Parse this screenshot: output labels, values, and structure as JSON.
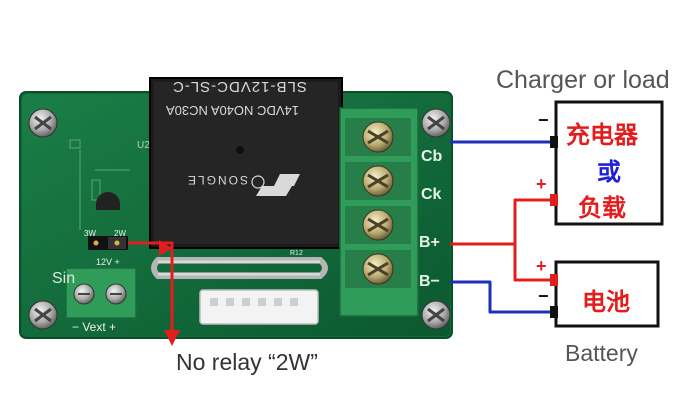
{
  "labels": {
    "charger_or_load": "Charger or load",
    "battery": "Battery",
    "no_relay": "No relay “2W”"
  },
  "boxes": {
    "load_line1": "充电器",
    "load_line2": "或",
    "load_line3": "负载",
    "battery": "电池"
  },
  "terminals": [
    "Cb",
    "Ck",
    "B+",
    "B−"
  ],
  "board": {
    "power_input": "Sin",
    "vext": "−  Vext  +",
    "voltage": "12V  +",
    "jumper_3w": "3W",
    "jumper_2w": "2W",
    "chip_ref": "U2",
    "resistor_ref": "R12"
  },
  "relay": {
    "model": "SLB-12VDC-SL-C",
    "rating": "14VDC  NO40A  NC30A",
    "brand": "SONGLE"
  },
  "polarity": {
    "plus": "+",
    "minus": "−"
  },
  "colors": {
    "pcb": "#0f6b3a",
    "positive_wire": "#e31d1d",
    "negative_wire": "#1f2fb8",
    "terminal_block": "#2f9c5a",
    "relay": "#1b1b1b"
  }
}
